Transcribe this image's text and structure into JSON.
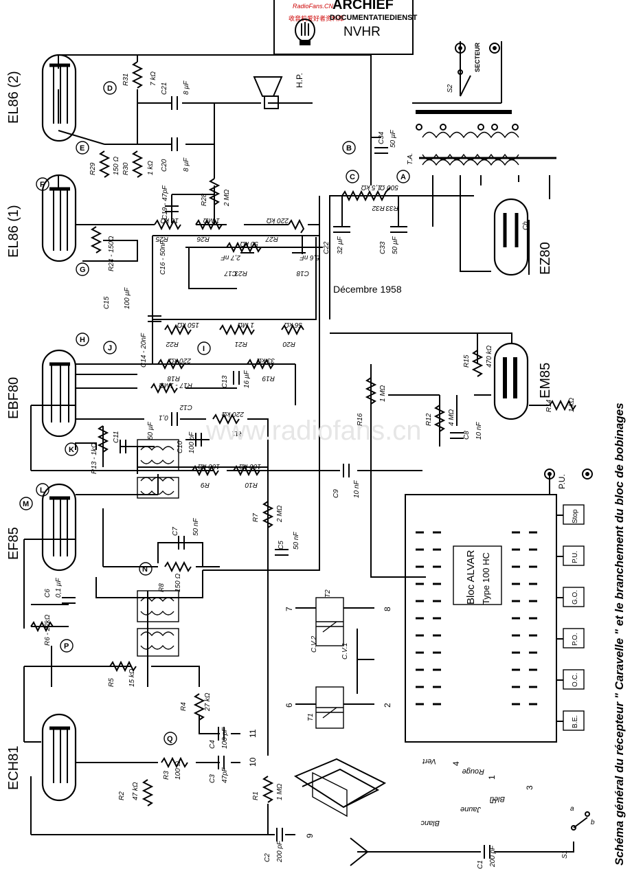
{
  "stamp": {
    "watermark_site": "RadioFans.CN",
    "watermark_cn": "收音机爱好者资料库",
    "line1": "ARCHIEF",
    "line2": "DOCUMENTATIEDIENST",
    "line3": "NVHR"
  },
  "caption": "Schéma général du récepteur \" Caravelle \" et le branchement du bloc de bobinages",
  "date": "Décembre 1958",
  "watermark": "www.radiofans.cn",
  "tubes": {
    "el86_2": "EL86 (2)",
    "el86_1": "EL86 (1)",
    "ebf80": "EBF80",
    "ef85": "EF85",
    "ech81": "ECH81",
    "em85": "EM85",
    "ez80": "EZ80"
  },
  "test_points": [
    "A",
    "B",
    "C",
    "D",
    "E",
    "F",
    "G",
    "H",
    "I",
    "J",
    "K",
    "L",
    "M",
    "N",
    "P",
    "Q"
  ],
  "components": {
    "r31": "R31",
    "r31v": "7 kΩ",
    "c21": "C21",
    "c21v": "8 µF",
    "hp": "H.P.",
    "r29": "R29",
    "r29v": "150 Ω",
    "r30": "R30",
    "r30v": "1 kΩ",
    "c20": "C20",
    "c20v": "8 µF",
    "c19": "C19 - 47pF",
    "r28": "R28",
    "r28v": "2 MΩ",
    "r25": "R25",
    "r25v": "10 kΩ",
    "r26": "R26",
    "r26v": "1 MΩ",
    "r27": "R27",
    "r27v": "220 kΩ",
    "r24": "R24 - 150Ω",
    "c15": "C15",
    "c15v": "100 µF",
    "c16": "C16 - 50nF",
    "c17": "C17",
    "c17v": "2,7 nF",
    "r23": "R23",
    "r23v": "50 kΩ",
    "c18": "C18",
    "c18v": "5,6 nF",
    "c14": "C14 - 20nF",
    "r22": "R22",
    "r22v": "150 kΩ",
    "r21": "R21",
    "r21v": "1 MΩ",
    "r20": "R20",
    "r20v": "56 kΩ",
    "r18": "R18",
    "r18v": "220 kΩ",
    "r19": "R19",
    "r19v": "33 kΩ",
    "r17": "R17 - 1MΩ",
    "c13": "C13",
    "c13v": "16 µF",
    "c12": "C12",
    "c12v": "0,1",
    "r11": "R11",
    "r11v": "220 kΩ",
    "r13": "R13 - 1kΩ",
    "c11": "C11",
    "c11v": "50 µF",
    "c10": "C10",
    "c10v": "100 pF",
    "r9": "R9",
    "r9v": "100 kΩ",
    "r10": "R10",
    "r10v": "100 kΩ",
    "r16": "R16",
    "r16v": "1 MΩ",
    "r12": "R12",
    "r12v": "4 MΩ",
    "c8": "C8",
    "c8v": "10 nF",
    "r15": "R15",
    "r15v": "470 kΩ",
    "r14": "R14",
    "r14v": "1 kΩ",
    "c9": "C9",
    "c9v": "10 nF",
    "r7": "R7",
    "r7v": "2 MΩ",
    "c5": "C5",
    "c5v": "50 nF",
    "c7": "C7",
    "c7v": "50 nF",
    "r8": "R8",
    "r8v": "150 Ω",
    "c6": "C6",
    "c6v": "0,1 µF",
    "r6": "R6 - 22kΩ",
    "r5": "R5",
    "r5v": "15 kΩ",
    "r4": "R4",
    "r4v": "27 kΩ",
    "c4": "C4",
    "c4v": "100 pF",
    "r3": "R3",
    "r3v": "100 Ω",
    "c3": "C3",
    "c3v": "47pF",
    "r2": "R2",
    "r2v": "47 kΩ",
    "r1": "R1",
    "r1v": "1 MΩ",
    "c2": "C2",
    "c2v": "200 pF",
    "c1": "C1",
    "c1v": "200 pF",
    "c34": "C34",
    "c34v": "50 µF",
    "r32": "R32",
    "r32v": "1,5 kΩ",
    "r33": "R33",
    "r33v": "500 Ω",
    "c22": "C22",
    "c22v": "32 µF",
    "c33": "C33",
    "c33v": "50 µF",
    "s2": "S2",
    "secteur": "SECTEUR",
    "ta": "T.A.",
    "ch": "Ch.",
    "pu": "P.U.",
    "t1": "T1",
    "t2": "T2",
    "cv1": "C.V.1",
    "cv2": "C.V.2",
    "s1": "S1",
    "sa": "a",
    "sb": "b"
  },
  "coil_block": {
    "title": "Bloc ALVAR",
    "subtitle": "Type 100 HC",
    "buttons": [
      "Stop",
      "P.U.",
      "G.O.",
      "P.O.",
      "O.C.",
      "B.E."
    ]
  },
  "frame_pins": [
    "1",
    "2",
    "3",
    "4",
    "5",
    "6",
    "7",
    "8",
    "9",
    "10",
    "11"
  ],
  "antenna_wires": [
    "Vert",
    "Rouge",
    "Bleu",
    "Jaune",
    "Blanc"
  ]
}
